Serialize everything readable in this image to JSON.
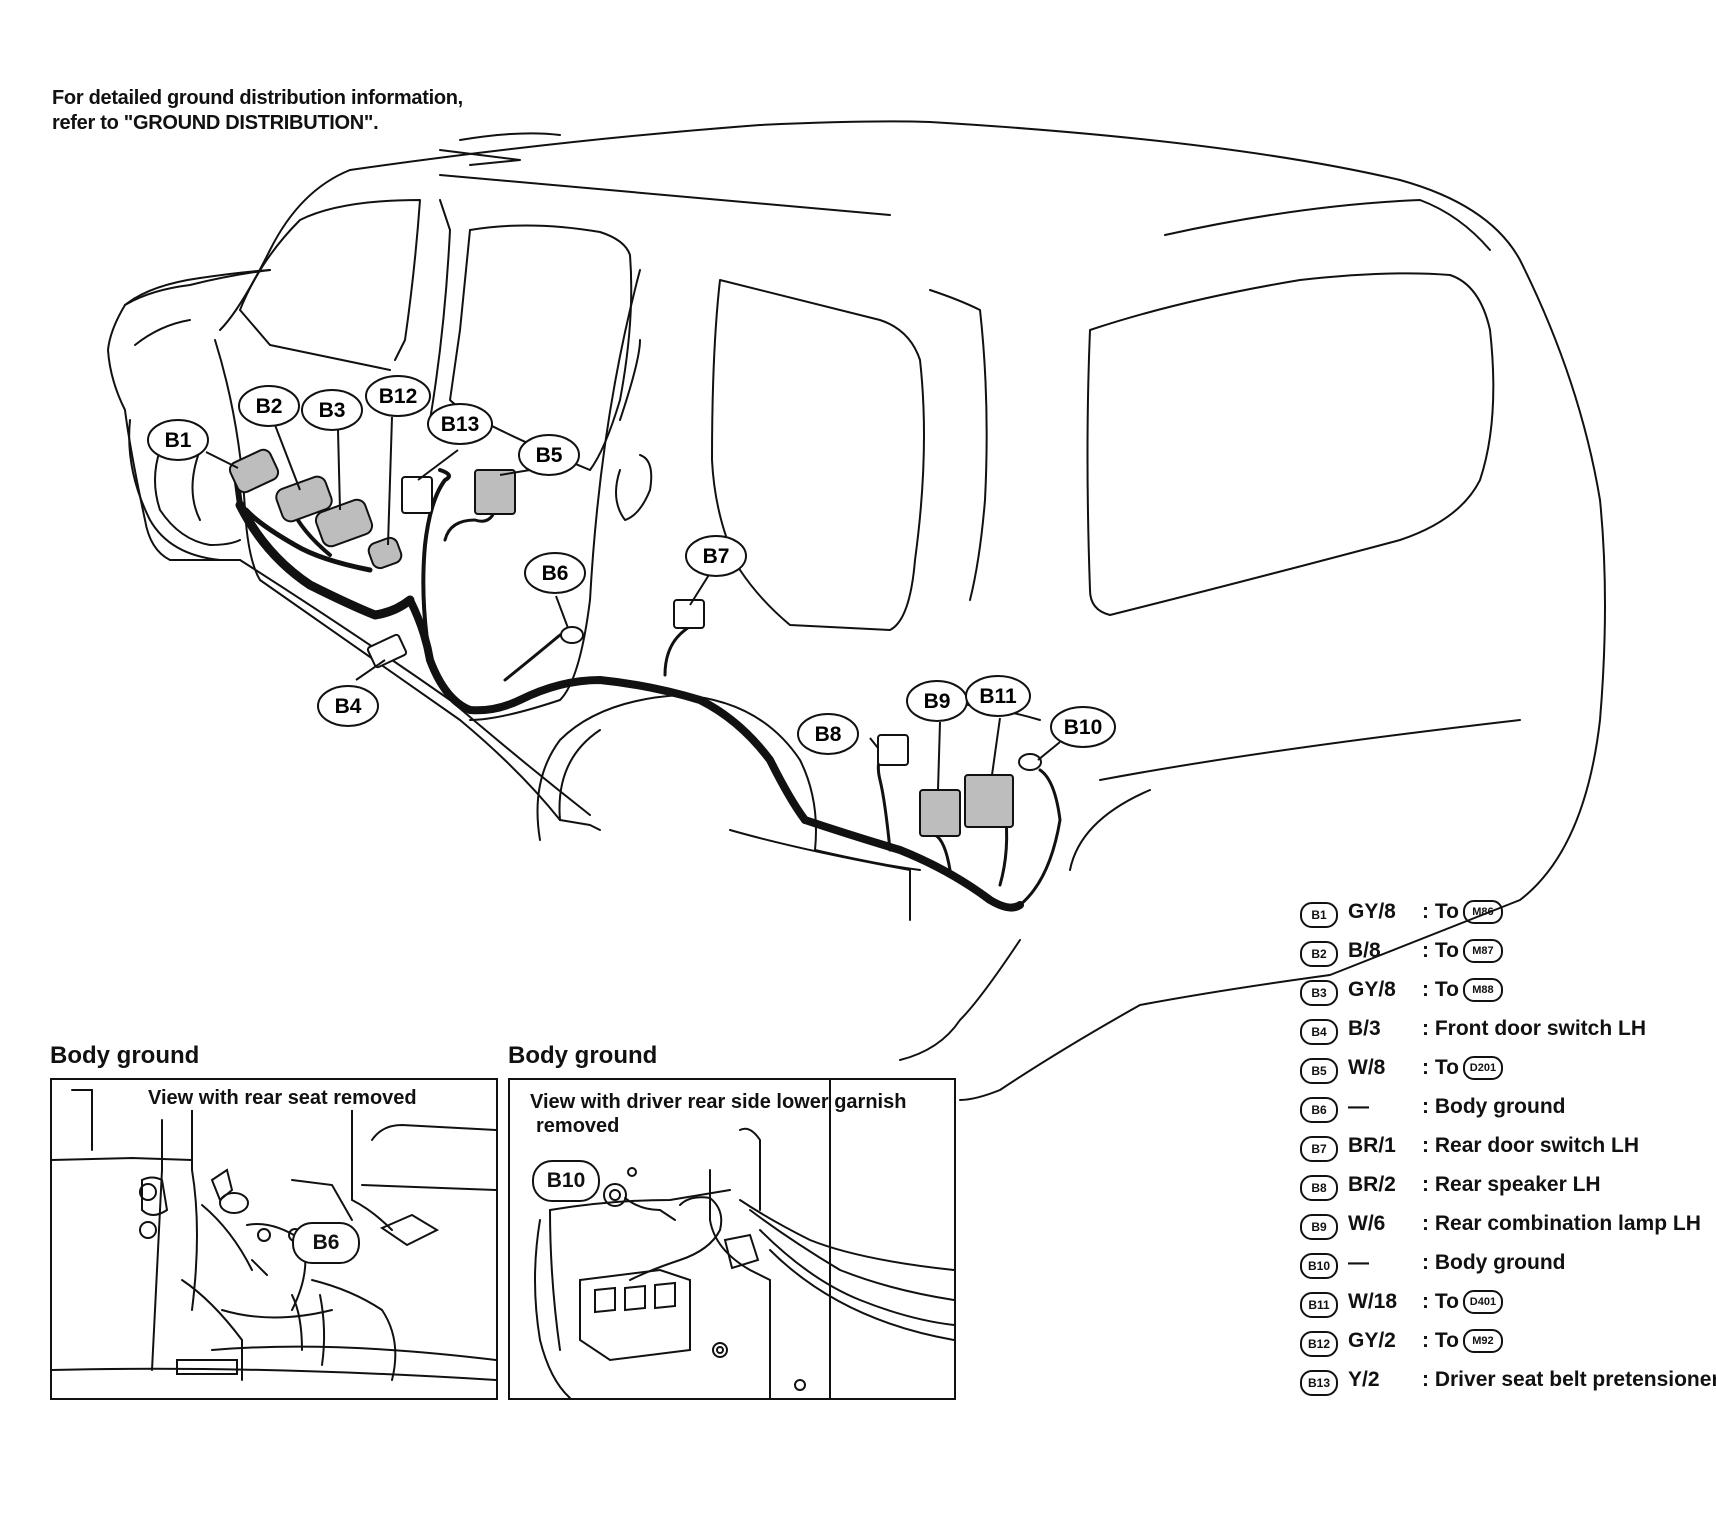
{
  "note": {
    "line1": "For detailed ground distribution information,",
    "line2": "refer to \"GROUND DISTRIBUTION\"."
  },
  "callouts": {
    "b1": "B1",
    "b2": "B2",
    "b3": "B3",
    "b4": "B4",
    "b5": "B5",
    "b6": "B6",
    "b7": "B7",
    "b8": "B8",
    "b9": "B9",
    "b10": "B10",
    "b11": "B11",
    "b12": "B12",
    "b13": "B13"
  },
  "insets": {
    "left": {
      "title": "Body ground",
      "caption": "View with rear seat removed",
      "callout": "B6"
    },
    "right": {
      "title": "Body ground",
      "caption_line1": "View with driver rear side lower garnish",
      "caption_line2": "removed",
      "callout": "B10"
    }
  },
  "legend": [
    {
      "id": "B1",
      "wire": "GY/8",
      "sep": ":",
      "text": "To",
      "ref": "M86"
    },
    {
      "id": "B2",
      "wire": "B/8",
      "sep": ":",
      "text": "To",
      "ref": "M87"
    },
    {
      "id": "B3",
      "wire": "GY/8",
      "sep": ":",
      "text": "To",
      "ref": "M88"
    },
    {
      "id": "B4",
      "wire": "B/3",
      "sep": ":",
      "text": "Front door switch LH",
      "ref": ""
    },
    {
      "id": "B5",
      "wire": "W/8",
      "sep": ":",
      "text": "To",
      "ref": "D201"
    },
    {
      "id": "B6",
      "wire": "—",
      "sep": ":",
      "text": "Body ground",
      "ref": ""
    },
    {
      "id": "B7",
      "wire": "BR/1",
      "sep": ":",
      "text": "Rear door switch LH",
      "ref": ""
    },
    {
      "id": "B8",
      "wire": "BR/2",
      "sep": ":",
      "text": "Rear speaker LH",
      "ref": ""
    },
    {
      "id": "B9",
      "wire": "W/6",
      "sep": ":",
      "text": "Rear combination lamp LH",
      "ref": ""
    },
    {
      "id": "B10",
      "wire": "—",
      "sep": ":",
      "text": "Body ground",
      "ref": ""
    },
    {
      "id": "B11",
      "wire": "W/18",
      "sep": ":",
      "text": "To",
      "ref": "D401"
    },
    {
      "id": "B12",
      "wire": "GY/2",
      "sep": ":",
      "text": "To",
      "ref": "M92"
    },
    {
      "id": "B13",
      "wire": "Y/2",
      "sep": ":",
      "text": "Driver seat belt pretensioner",
      "ref": ""
    }
  ]
}
